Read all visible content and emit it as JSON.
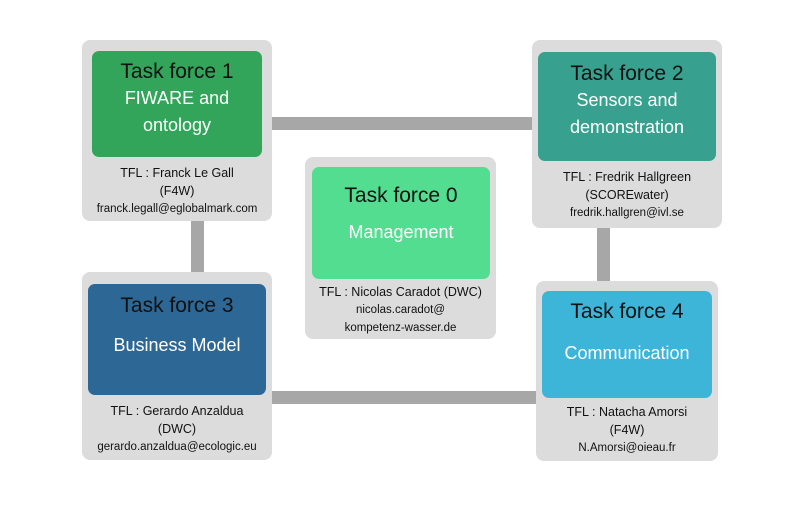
{
  "colors": {
    "card_bg": "#dcdcdc",
    "connector": "#a7a7a7",
    "tf0": "#53dd90",
    "tf1": "#32a55a",
    "tf2": "#37a08e",
    "tf3": "#2d6796",
    "tf4": "#3db5d9"
  },
  "task_forces": {
    "tf0": {
      "title": "Task force 0",
      "subtitle": "Management",
      "lead": "TFL : Nicolas Caradot (DWC)",
      "email_line1": "nicolas.caradot@",
      "email_line2": "kompetenz-wasser.de"
    },
    "tf1": {
      "title": "Task force 1",
      "subtitle_line1": "FIWARE and",
      "subtitle_line2": "ontology",
      "lead": "TFL : Franck Le Gall",
      "org": "(F4W)",
      "email": "franck.legall@eglobalmark.com"
    },
    "tf2": {
      "title": "Task force 2",
      "subtitle_line1": "Sensors and",
      "subtitle_line2": "demonstration",
      "lead": "TFL : Fredrik Hallgreen",
      "org": "(SCOREwater)",
      "email": "fredrik.hallgren@ivl.se"
    },
    "tf3": {
      "title": "Task force 3",
      "subtitle": "Business Model",
      "lead": "TFL : Gerardo Anzaldua",
      "org": "(DWC)",
      "email": "gerardo.anzaldua@ecologic.eu"
    },
    "tf4": {
      "title": "Task force 4",
      "subtitle": "Communication",
      "lead": "TFL : Natacha Amorsi",
      "org": "(F4W)",
      "email": "N.Amorsi@oieau.fr"
    }
  }
}
